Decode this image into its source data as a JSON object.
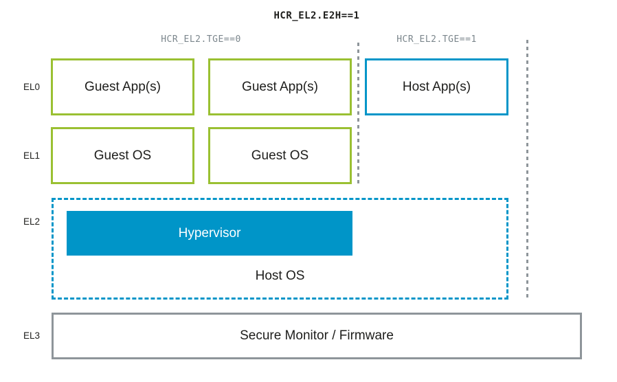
{
  "title": "HCR_EL2.E2H==1",
  "columns": [
    {
      "label": "HCR_EL2.TGE==0"
    },
    {
      "label": "HCR_EL2.TGE==1"
    }
  ],
  "rows": {
    "el0": {
      "label": "EL0",
      "boxes": [
        {
          "label": "Guest App(s)",
          "variant": "green"
        },
        {
          "label": "Guest App(s)",
          "variant": "green"
        },
        {
          "label": "Host App(s)",
          "variant": "blue"
        }
      ]
    },
    "el1": {
      "label": "EL1",
      "boxes": [
        {
          "label": "Guest OS",
          "variant": "green"
        },
        {
          "label": "Guest OS",
          "variant": "green"
        }
      ]
    },
    "el2": {
      "label": "EL2",
      "hypervisor_label": "Hypervisor",
      "host_os_label": "Host OS"
    },
    "el3": {
      "label": "EL3",
      "box_label": "Secure Monitor / Firmware"
    }
  },
  "colors": {
    "guest_green": "#9ac032",
    "host_blue": "#0095c8",
    "neutral_gray": "#8e959a",
    "header_text_gray": "#7b868c",
    "text_dark": "#1d1d1b"
  }
}
